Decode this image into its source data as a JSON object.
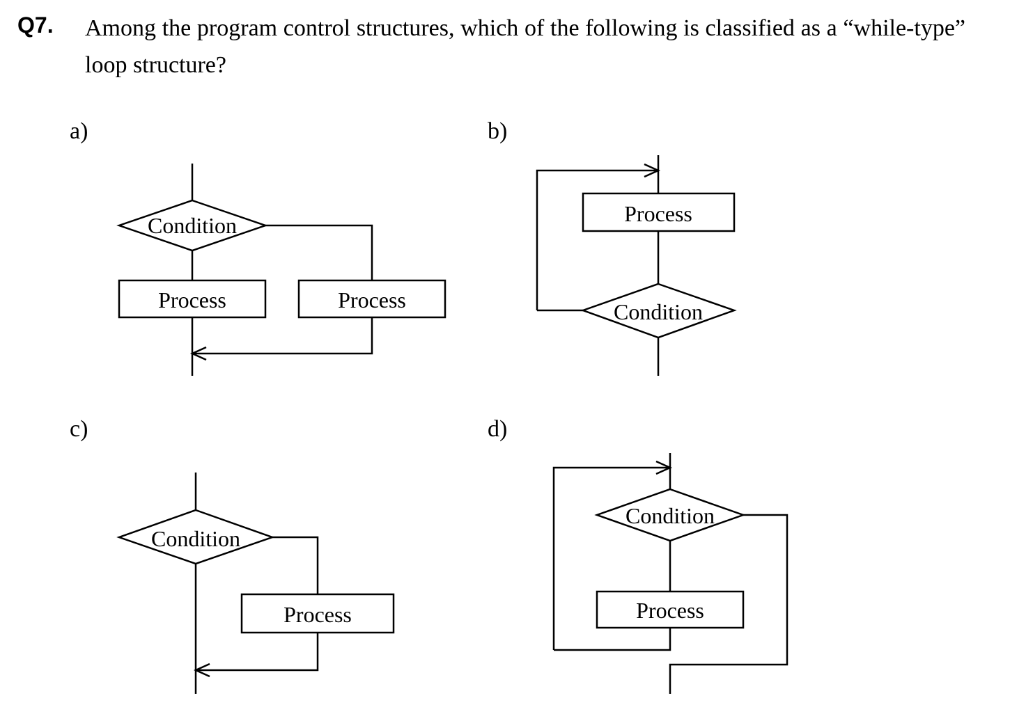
{
  "question": {
    "number": "Q7.",
    "text": "Among the program control structures, which of the following is classified as a “while-type” loop structure?"
  },
  "options": [
    {
      "label": "a)",
      "condition": "Condition",
      "process_left": "Process",
      "process_right": "Process"
    },
    {
      "label": "b)",
      "process": "Process",
      "condition": "Condition"
    },
    {
      "label": "c)",
      "condition": "Condition",
      "process": "Process"
    },
    {
      "label": "d)",
      "condition": "Condition",
      "process": "Process"
    }
  ]
}
